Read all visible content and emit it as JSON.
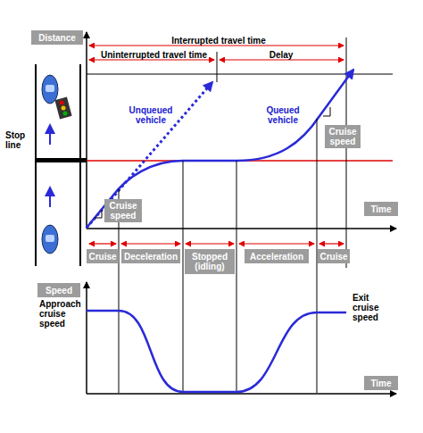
{
  "diagram": {
    "nodes": [
      {
        "text": [
          "Distance"
        ]
      },
      {
        "text": [
          "Cruise speed"
        ]
      },
      {
        "text": [
          "Cruise speed"
        ]
      },
      {
        "text": [
          "Time"
        ]
      },
      {
        "text": [
          "Cruise"
        ]
      },
      {
        "text": [
          "Deceleration"
        ]
      },
      {
        "text": [
          "Stopped (idling)"
        ]
      },
      {
        "text": [
          "Acceleration"
        ]
      },
      {
        "text": [
          "Cruise"
        ]
      },
      {
        "text": [
          "Speed"
        ]
      },
      {
        "text": [
          "Time"
        ]
      }
    ],
    "labels": [
      "Interrupted travel time",
      "Uninterrupted travel time",
      "Delay",
      "Unqueued vehicle",
      "Queued vehicle",
      "Stop line",
      "Approach cruise speed",
      "Exit cruise speed"
    ]
  }
}
